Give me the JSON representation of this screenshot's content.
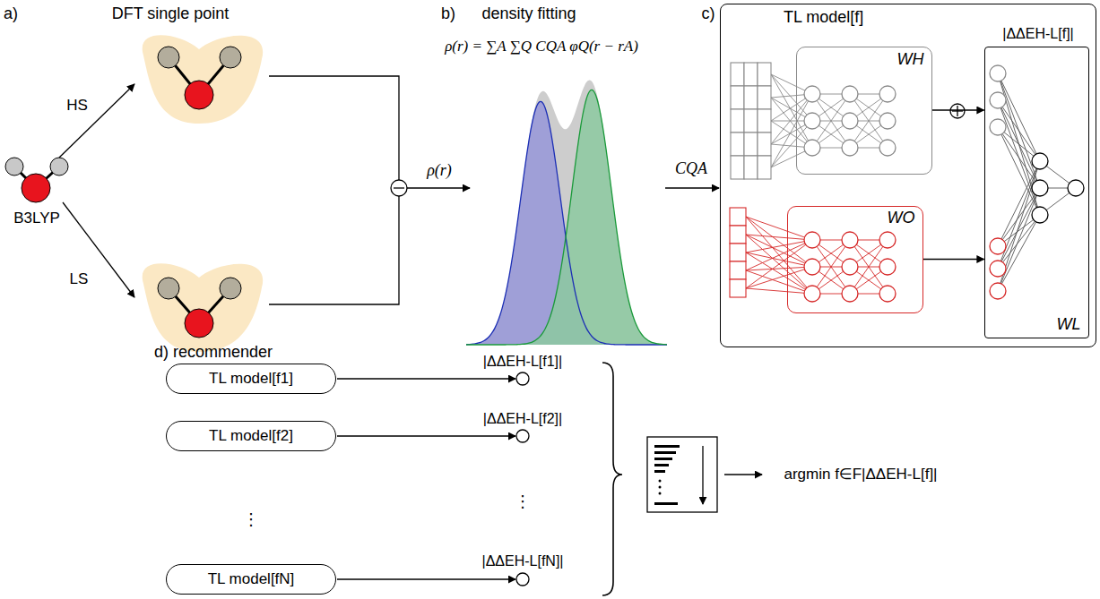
{
  "diagram": {
    "nodes": [
      {
        "text": [
          "TL model[f]"
        ]
      },
      {
        "text": [
          "WH"
        ],
        "in": 0
      },
      {
        "text": [
          "WO"
        ],
        "in": 0
      },
      {
        "text": [
          "WL"
        ],
        "in": 0
      },
      {
        "text": [
          "TL model[f1]"
        ]
      },
      {
        "text": [
          "TL model[f2]"
        ]
      },
      {
        "text": [
          "TL model[fN]"
        ]
      }
    ],
    "edges": [
      {
        "from": 1,
        "to": 3,
        "arrow": "to"
      },
      {
        "from": 2,
        "to": 3,
        "arrow": "to"
      }
    ],
    "labels": [
      "a)",
      "DFT single point",
      "HS",
      "B3LYP",
      "LS",
      "b)",
      "density fitting",
      "ρ(r) = ∑A ∑Q CQA φQ(r − rA)",
      "ρ(r)",
      "CQA",
      "c)",
      "|ΔΔEH-L[f]|",
      "d) recommender",
      "|ΔΔEH-L[f1]|",
      "|ΔΔEH-L[f2]|",
      "⋮",
      "⋮",
      "|ΔΔEH-L[fN]|",
      "argmin f∈F|ΔΔEH-L[f]|"
    ]
  }
}
